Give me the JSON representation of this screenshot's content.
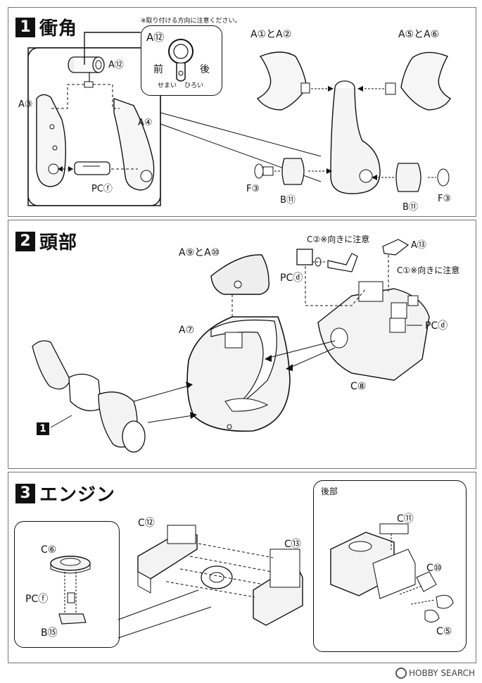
{
  "step1": {
    "num": "1",
    "title": "衝角",
    "note": "※取り付ける方向に注意ください。",
    "detail_part": "A⑫",
    "front": "前",
    "back": "後",
    "narrow": "せまい",
    "wide": "ひろい",
    "parts": {
      "a12": "A⑫",
      "a3": "A③",
      "a4": "A④",
      "pcf": "PCⓕ",
      "a1a2": "A①とA②",
      "a5a6": "A⑤とA⑥",
      "f3_left": "F③",
      "b11_left": "B⑪",
      "b11_right": "B⑪",
      "f3_right": "F③"
    }
  },
  "step2": {
    "num": "2",
    "title": "頭部",
    "parts": {
      "a9a10": "A⑨とA⑩",
      "c2": "C②※向きに注意",
      "a13": "A⑬",
      "pcd1": "PCⓓ",
      "c1": "C①※向きに注意",
      "pcd2": "PCⓓ",
      "a7": "A⑦",
      "c8": "C⑧",
      "ref1": "1"
    }
  },
  "step3": {
    "num": "3",
    "title": "エンジン",
    "rear_title": "後部",
    "parts": {
      "c6": "C⑥",
      "pcf": "PCⓕ",
      "b15": "B⑮",
      "c12": "C⑫",
      "c13": "C⑬",
      "c11": "C⑪",
      "c10": "C⑩",
      "c5": "C⑤"
    }
  },
  "watermark": "HOBBY SEARCH"
}
